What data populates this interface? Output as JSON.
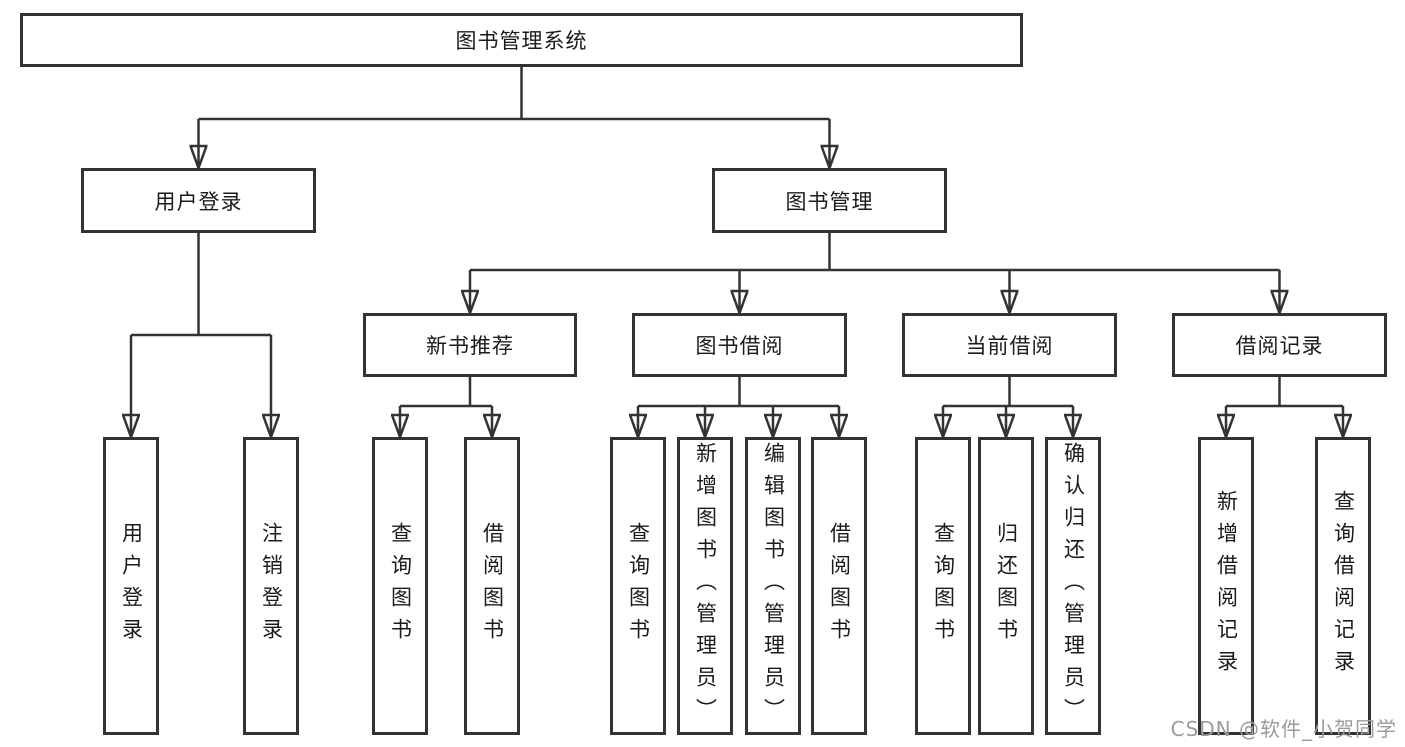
{
  "diagram": {
    "root": {
      "label": "图书管理系统"
    },
    "level2": [
      {
        "label": "用户登录",
        "parent": "图书管理系统"
      },
      {
        "label": "图书管理",
        "parent": "图书管理系统"
      }
    ],
    "level3": [
      {
        "label": "新书推荐",
        "parent": "图书管理"
      },
      {
        "label": "图书借阅",
        "parent": "图书管理"
      },
      {
        "label": "当前借阅",
        "parent": "图书管理"
      },
      {
        "label": "借阅记录",
        "parent": "图书管理"
      }
    ],
    "leaves": [
      {
        "label": "用户登录",
        "parent": "用户登录"
      },
      {
        "label": "注销登录",
        "parent": "用户登录"
      },
      {
        "label": "查询图书",
        "parent": "新书推荐"
      },
      {
        "label": "借阅图书",
        "parent": "新书推荐"
      },
      {
        "label": "查询图书",
        "parent": "图书借阅"
      },
      {
        "label": "新增图书（管理员）",
        "parent": "图书借阅"
      },
      {
        "label": "编辑图书（管理员）",
        "parent": "图书借阅"
      },
      {
        "label": "借阅图书",
        "parent": "图书借阅"
      },
      {
        "label": "查询图书",
        "parent": "当前借阅"
      },
      {
        "label": "归还图书",
        "parent": "当前借阅"
      },
      {
        "label": "确认归还（管理员）",
        "parent": "当前借阅"
      },
      {
        "label": "新增借阅记录",
        "parent": "借阅记录"
      },
      {
        "label": "查询借阅记录",
        "parent": "借阅记录"
      }
    ]
  },
  "watermark": {
    "text": "CSDN @软件_小贺同学",
    "color": "#9b9b9b"
  },
  "colors": {
    "line": "#333333",
    "box_border": "#333333",
    "text": "#1b1b1b",
    "background": "#ffffff"
  }
}
